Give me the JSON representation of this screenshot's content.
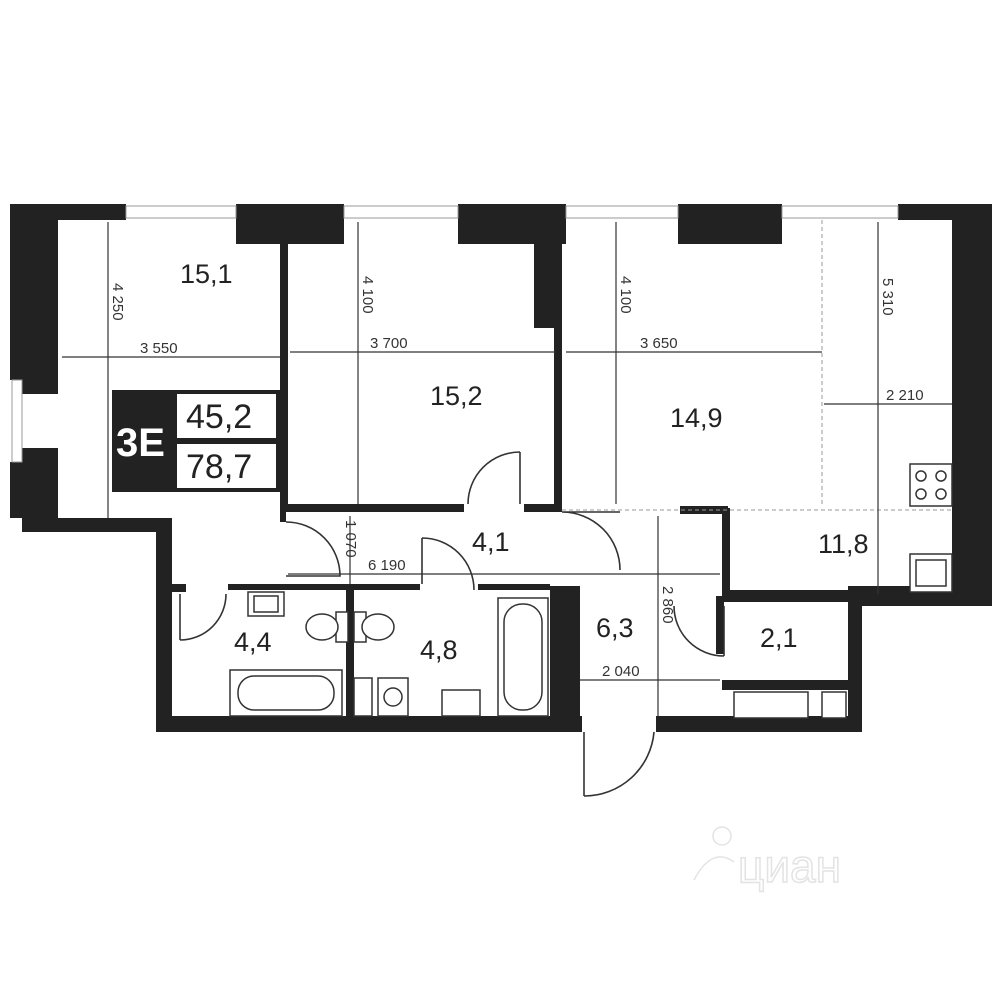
{
  "apartment": {
    "type": "3E",
    "living_area": "45,2",
    "total_area": "78,7"
  },
  "rooms": [
    {
      "id": "bedroom-left",
      "area": "15,1"
    },
    {
      "id": "bedroom-middle",
      "area": "15,2"
    },
    {
      "id": "living-room",
      "area": "14,9"
    },
    {
      "id": "kitchen",
      "area": "11,8"
    },
    {
      "id": "corridor",
      "area": "4,1"
    },
    {
      "id": "bathroom-left",
      "area": "4,4"
    },
    {
      "id": "bathroom-middle",
      "area": "4,8"
    },
    {
      "id": "hall",
      "area": "6,3"
    },
    {
      "id": "storage",
      "area": "2,1"
    }
  ],
  "dimensions": {
    "bedroom_left_width": "3 550",
    "bedroom_left_height": "4 250",
    "bedroom_middle_width": "3 700",
    "bedroom_middle_height": "4 100",
    "living_width": "3 650",
    "living_height": "4 100",
    "kitchen_width": "2 210",
    "kitchen_height": "5 310",
    "corridor_length": "6 190",
    "corridor_width": "1 070",
    "hall_width": "2 040",
    "hall_height": "2 860"
  },
  "watermark": "циан"
}
